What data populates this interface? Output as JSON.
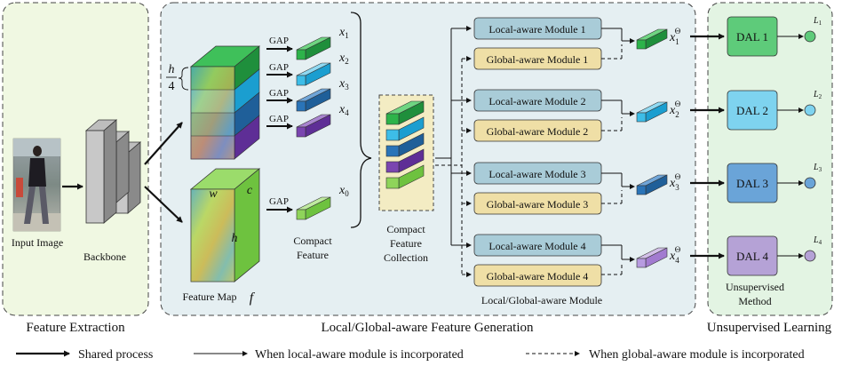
{
  "sections": {
    "extraction": "Feature Extraction",
    "generation": "Local/Global-aware Feature Generation",
    "unsupervised": "Unsupervised Learning"
  },
  "labels": {
    "input_image": "Input Image",
    "backbone": "Backbone",
    "feature_map": "Feature Map",
    "feature_map_symbol": "f",
    "h": "h",
    "four": "4",
    "w": "w",
    "c": "c",
    "h_big": "h",
    "compact_feature_l1": "Compact",
    "compact_feature_l2": "Feature",
    "collection_l1": "Compact",
    "collection_l2": "Feature",
    "collection_l3": "Collection",
    "module_caption": "Local/Global-aware Module",
    "method_l1": "Unsupervised",
    "method_l2": "Method"
  },
  "gap": [
    "GAP",
    "GAP",
    "GAP",
    "GAP",
    "GAP"
  ],
  "parts": [
    "x1",
    "x2",
    "x3",
    "x4",
    "x0"
  ],
  "modules": {
    "local": [
      "Local-aware Module 1",
      "Local-aware Module 2",
      "Local-aware Module 3",
      "Local-aware Module 4"
    ],
    "global": [
      "Global-aware Module 1",
      "Global-aware Module 2",
      "Global-aware Module 3",
      "Global-aware Module 4"
    ]
  },
  "outputs": [
    "x1",
    "x2",
    "x3",
    "x4"
  ],
  "dal": [
    "DAL 1",
    "DAL 2",
    "DAL 3",
    "DAL 4"
  ],
  "loss": [
    "L1",
    "L2",
    "L3",
    "L4"
  ],
  "legend": {
    "shared": "Shared process",
    "local": "When local-aware module is incorporated",
    "global": "When global-aware module is incorporated"
  },
  "colors": {
    "green": "#2db34a",
    "lightblue": "#3dbde8",
    "blue": "#2a74b8",
    "purple": "#7a45b0",
    "lightgreen": "#8fd45a",
    "local_module": "#a9ccd8",
    "global_module": "#efdfa6",
    "dal_green": "#5ecb7a",
    "dal_lightblue": "#7ed3ef",
    "dal_blue": "#6aa4d8",
    "dal_purple": "#b5a2d6"
  }
}
